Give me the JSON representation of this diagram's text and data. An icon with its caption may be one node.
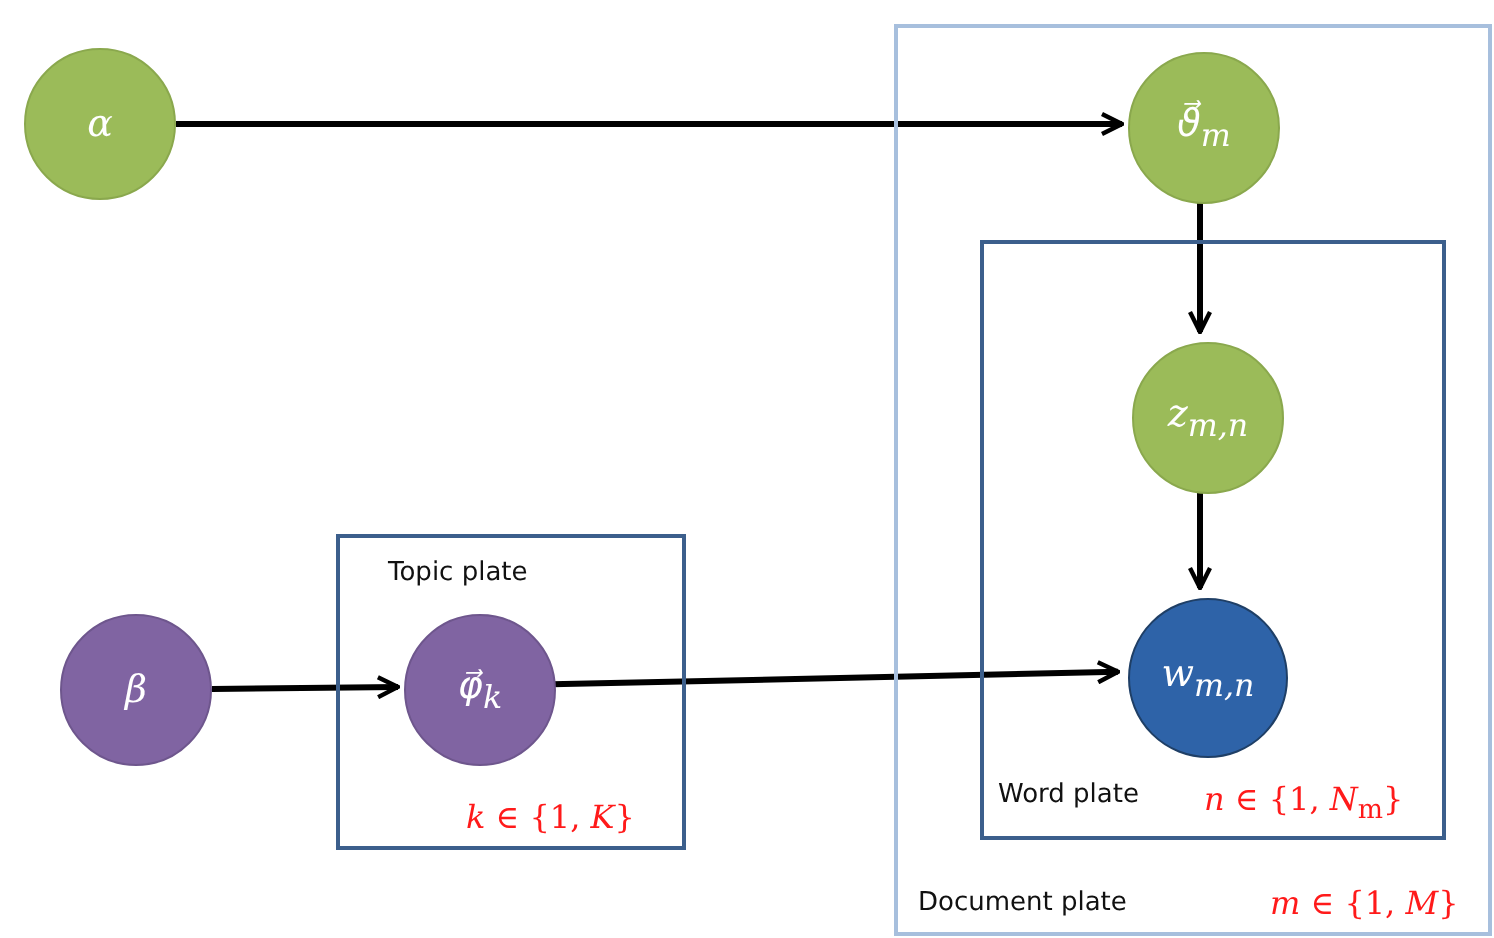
{
  "diagram": {
    "nodes": [
      {
        "text": [
          "α"
        ]
      },
      {
        "text": [
          "Document plate",
          "*m* ∈ {1, *M*}"
        ]
      },
      {
        "text": [
          "ϑ⃗$_{m}$"
        ],
        "in": 1
      },
      {
        "text": [
          "Word plate",
          "*n* ∈ {1, *N*$_{m}$}"
        ],
        "in": 1
      },
      {
        "text": [
          "z$_{m,n}$"
        ],
        "in": 3
      },
      {
        "text": [
          "w$_{m,n}$"
        ],
        "in": 3
      },
      {
        "text": [
          "β"
        ]
      },
      {
        "text": [
          "Topic plate",
          "*k* ∈ {1, *K*}"
        ]
      },
      {
        "text": [
          "φ⃗$_{k}$"
        ],
        "in": 7
      }
    ],
    "edges": [
      {
        "from": 0,
        "to": 2,
        "arrow": "to"
      },
      {
        "from": 2,
        "to": 4,
        "arrow": "to"
      },
      {
        "from": 4,
        "to": 5,
        "arrow": "to"
      },
      {
        "from": 6,
        "to": 8,
        "arrow": "to"
      },
      {
        "from": 8,
        "to": 5,
        "arrow": "to"
      }
    ]
  }
}
